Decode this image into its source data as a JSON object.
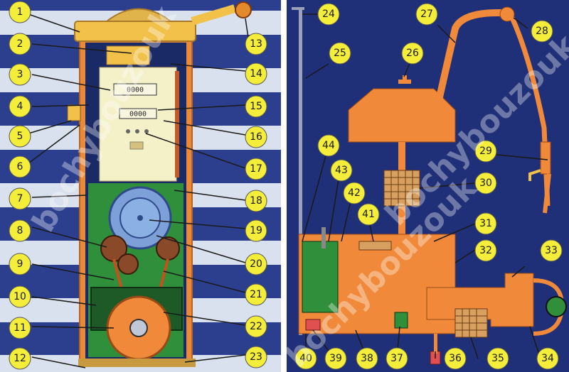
{
  "watermark": "bochybouzouk",
  "left_panel_labels": [
    "1",
    "2",
    "3",
    "4",
    "5",
    "6",
    "7",
    "8",
    "9",
    "10",
    "11",
    "12",
    "13",
    "14",
    "15",
    "16",
    "17",
    "18",
    "19",
    "20",
    "21",
    "22",
    "23"
  ],
  "right_panel_labels": [
    "24",
    "25",
    "26",
    "27",
    "28",
    "29",
    "30",
    "31",
    "32",
    "33",
    "34",
    "35",
    "36",
    "37",
    "38",
    "39",
    "40",
    "41",
    "42",
    "43",
    "44"
  ],
  "meter_digits": [
    "0000",
    "0000"
  ],
  "colors": {
    "stripe_light": "#d9e1ee",
    "stripe_blue": "#2c3f8f",
    "pump_orange": "#f28a3a",
    "frame_yellow": "#f2c14a",
    "panel_cream": "#f4f0c8",
    "green": "#2f8f3a",
    "navy": "#1f2f78",
    "label_yellow": "#f4ee3a"
  }
}
